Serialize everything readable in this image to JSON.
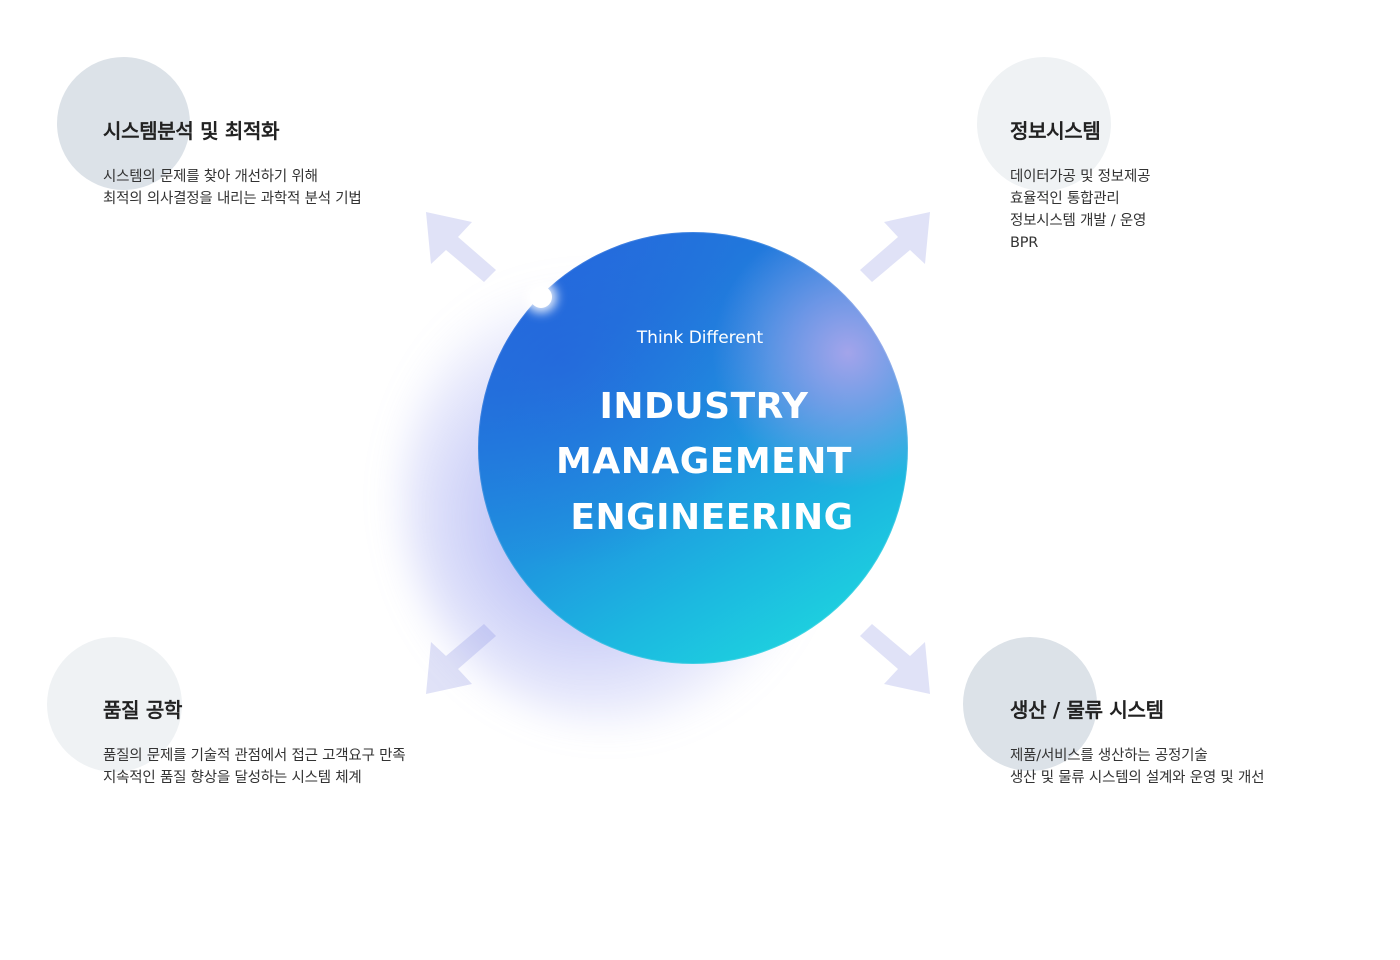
{
  "center": {
    "tagline": "Think Different",
    "title_lines": [
      "INDUSTRY",
      "MANAGEMENT",
      "ENGINEERING"
    ]
  },
  "quadrants": {
    "top_left": {
      "title": "시스템분석 및 최적화",
      "lines": [
        "시스템의 문제를 찾아 개선하기 위해",
        "최적의 의사결정을 내리는 과학적 분석 기법"
      ]
    },
    "top_right": {
      "title": "정보시스템",
      "lines": [
        "데이터가공 및 정보제공",
        "효율적인 통합관리",
        "정보시스템 개발 / 운영",
        "BPR"
      ]
    },
    "bottom_left": {
      "title": "품질 공학",
      "lines": [
        "품질의 문제를 기술적 관점에서 접근 고객요구 만족",
        "지속적인 품질 향상을 달성하는 시스템 체계"
      ]
    },
    "bottom_right": {
      "title": "생산 / 물류 시스템",
      "lines": [
        "제품/서비스를 생산하는 공정기술",
        "생산 및 물류 시스템의 설계와 운영 및 개선"
      ]
    }
  },
  "colors": {
    "arrow": "#e0e2f7",
    "sphere_start": "#2668de",
    "sphere_end": "#1fe2de",
    "sphere_highlight": "#aaa5eb",
    "dot_dark": "#dce2e8",
    "dot_light": "#eff2f4"
  },
  "icons": [
    "arrow-up-left-icon",
    "arrow-up-right-icon",
    "arrow-down-left-icon",
    "arrow-down-right-icon"
  ]
}
